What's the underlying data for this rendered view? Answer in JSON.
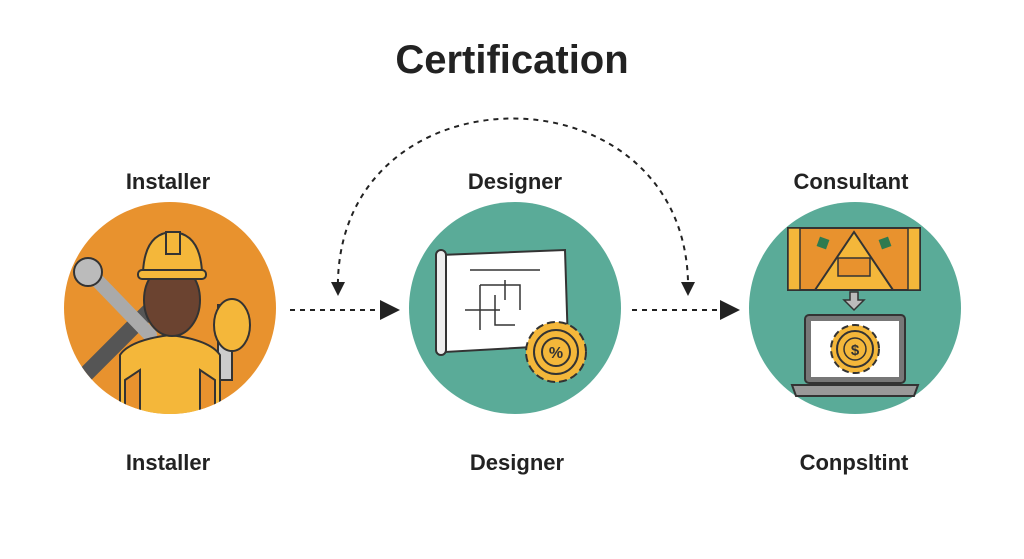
{
  "title": "Certification",
  "colors": {
    "installer_bg": "#e8922e",
    "teal_bg": "#5aab98",
    "accent_yellow": "#f4b73a"
  },
  "roles": [
    {
      "top_label": "Installer",
      "bottom_label": "Installer",
      "icon": "installer-worker-icon"
    },
    {
      "top_label": "Designer",
      "bottom_label": "Designer",
      "icon": "blueprint-gear-percent-icon"
    },
    {
      "top_label": "Consultant",
      "bottom_label": "Conpsltint",
      "icon": "laptop-gear-dollar-icon"
    }
  ]
}
